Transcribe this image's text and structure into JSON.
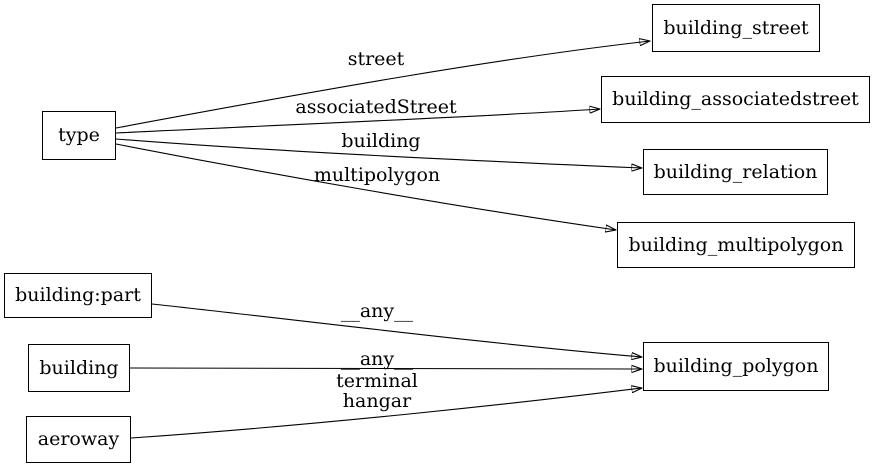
{
  "diagram": {
    "type": "directed-graph",
    "colors": {
      "background": "#ffffff",
      "node_border": "#000000",
      "edge_stroke": "#000000",
      "text": "#000000"
    },
    "nodes": [
      {
        "id": "type",
        "label": "type"
      },
      {
        "id": "building_street",
        "label": "building_street"
      },
      {
        "id": "building_associatedstreet",
        "label": "building_associatedstreet"
      },
      {
        "id": "building_relation",
        "label": "building_relation"
      },
      {
        "id": "building_multipolygon",
        "label": "building_multipolygon"
      },
      {
        "id": "building:part",
        "label": "building:part"
      },
      {
        "id": "building",
        "label": "building"
      },
      {
        "id": "aeroway",
        "label": "aeroway"
      },
      {
        "id": "building_polygon",
        "label": "building_polygon"
      }
    ],
    "edges": [
      {
        "from": "type",
        "to": "building_street",
        "label": "street"
      },
      {
        "from": "type",
        "to": "building_associatedstreet",
        "label": "associatedStreet"
      },
      {
        "from": "type",
        "to": "building_relation",
        "label": "building"
      },
      {
        "from": "type",
        "to": "building_multipolygon",
        "label": "multipolygon"
      },
      {
        "from": "building:part",
        "to": "building_polygon",
        "label": "__any__"
      },
      {
        "from": "building",
        "to": "building_polygon",
        "label": "__any__"
      },
      {
        "from": "aeroway",
        "to": "building_polygon",
        "label": "terminal hangar",
        "label_lines": [
          "terminal",
          "hangar"
        ]
      }
    ]
  }
}
